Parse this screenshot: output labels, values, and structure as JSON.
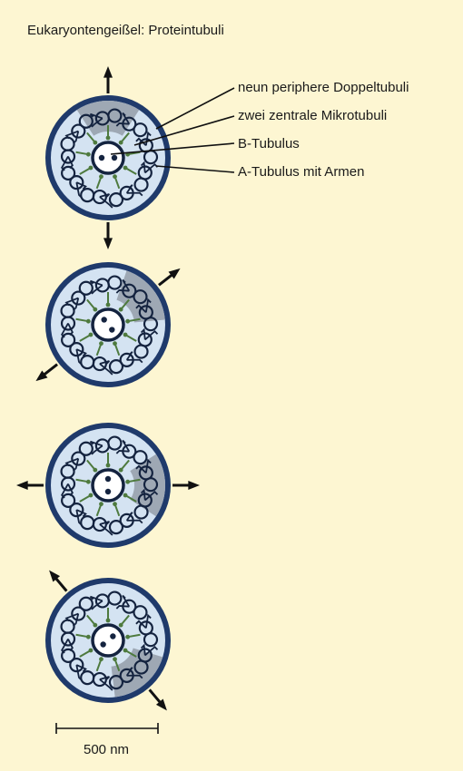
{
  "title": "Eukaryontengeißel: Proteintubuli",
  "labels": {
    "peripheral": "neun periphere Doppeltubuli",
    "central": "zwei zentrale Mikrotubuli",
    "b_tubule": "B-Tubulus",
    "a_tubule": "A-Tubulus mit Armen"
  },
  "scale_label": "500 nm",
  "colors": {
    "background": "#fdf6d2",
    "ring": "#1f3a6b",
    "inner": "#d4e3f2",
    "shade": "#9ea8b4",
    "spoke": "#4e7a3e",
    "arrow": "#111111"
  },
  "cross_sections": [
    {
      "shaded_sector": "top",
      "arrow_directions": [
        "up",
        "down"
      ]
    },
    {
      "shaded_sector": "upper-right",
      "arrow_directions": [
        "upper-right",
        "lower-left"
      ]
    },
    {
      "shaded_sector": "right",
      "arrow_directions": [
        "left",
        "right"
      ]
    },
    {
      "shaded_sector": "lower-right",
      "arrow_directions": [
        "upper-left",
        "lower-right"
      ]
    }
  ]
}
